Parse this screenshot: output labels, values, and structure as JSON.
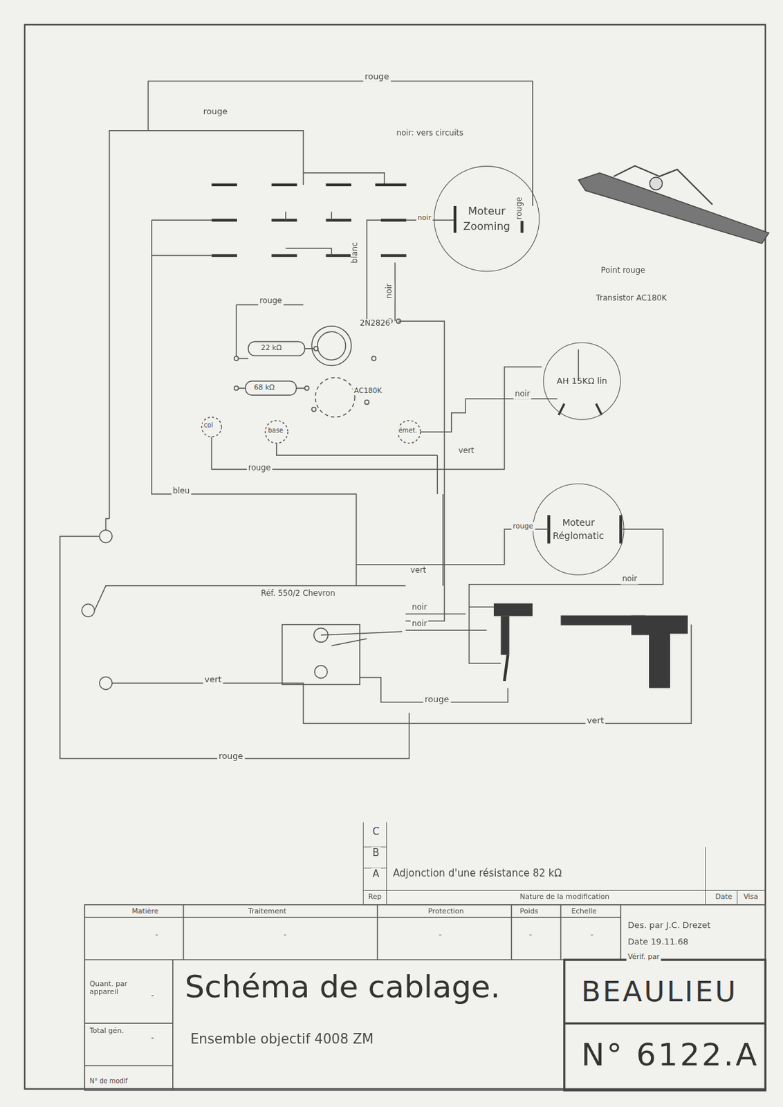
{
  "diagram": {
    "title": "Schéma de cablage.",
    "nodes": [
      {
        "text": [
          "Moteur Zooming"
        ]
      },
      {
        "text": [
          "AH 15KΩ lin"
        ]
      },
      {
        "text": [
          "Moteur Réglomatic"
        ]
      }
    ],
    "labels": [
      "rouge",
      "rouge",
      "noir: vers circuits",
      "rouge",
      "noir",
      "blanc",
      "noir",
      "rouge",
      "22 kΩ",
      "2N2826",
      "68 kΩ",
      "AC180K",
      "col",
      "base",
      "émet.",
      "noir",
      "vert",
      "rouge",
      "bleu",
      "rouge",
      "noir",
      "vert",
      "Réf. 550/2 Chevron",
      "noir",
      "noir",
      "vert",
      "rouge",
      "vert",
      "rouge",
      "Point rouge",
      "Transistor AC180K",
      "C",
      "B",
      "A",
      "Adjonction d'une résistance 82 kΩ",
      "Rep",
      "Nature de la modification",
      "Date",
      "Visa",
      "Matière",
      "Traitement",
      "Protection",
      "Poids",
      "Echelle",
      "-",
      "-",
      "-",
      "-",
      "-",
      "Des. par J.C. Drezet",
      "Date 19.11.68",
      "Vérif. par",
      "Quant. par appareil",
      "-",
      "Total gén.",
      "-",
      "Ensemble objectif 4008 ZM",
      "BEAULIEU",
      "N° 6122.A",
      "N° de modif"
    ]
  }
}
